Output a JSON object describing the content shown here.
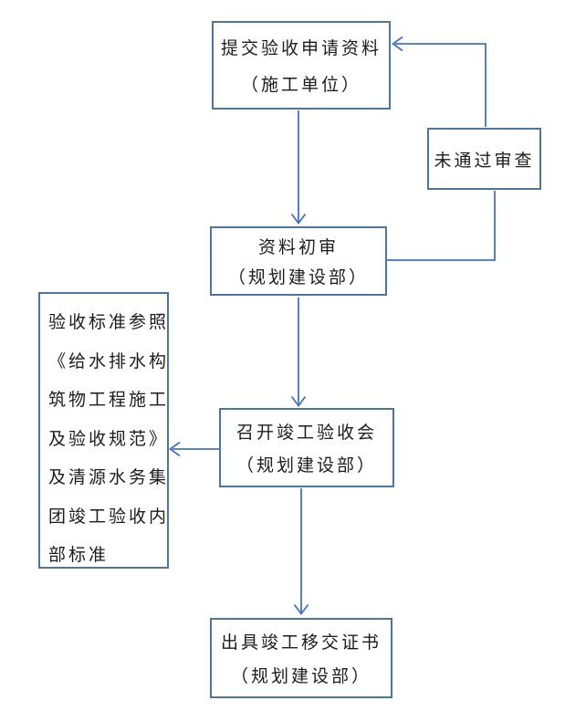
{
  "colors": {
    "box_border": "#4f74a0",
    "arrow": "#4472c4",
    "text": "#1c1c1c",
    "background": "#ffffff"
  },
  "nodes": {
    "submit": {
      "lines": [
        "提交验收申请资料",
        "（施工单位）"
      ]
    },
    "failed_review": {
      "lines": [
        "未通过审查"
      ]
    },
    "initial_review": {
      "lines": [
        "资料初审",
        "（规划建设部）"
      ]
    },
    "standards_note": {
      "full_text": "验收标准参照《给水排水构筑物工程施工及验收规范》及清源水务集团竣工验收内部标准",
      "lines": [
        "验收标准参照",
        "《给水排水构",
        "筑物工程施工",
        "及验收规范》",
        "及清源水务集",
        "团竣工验收内",
        "部标准"
      ]
    },
    "meeting": {
      "lines": [
        "召开竣工验收会",
        "（规划建设部）"
      ]
    },
    "certificate": {
      "lines": [
        "出具竣工移交证书",
        "（规划建设部）"
      ]
    }
  },
  "edges": [
    {
      "from": "submit",
      "to": "initial_review",
      "style": "arrow"
    },
    {
      "from": "initial_review",
      "to": "failed_review",
      "style": "line"
    },
    {
      "from": "failed_review",
      "to": "submit",
      "style": "arrow"
    },
    {
      "from": "initial_review",
      "to": "meeting",
      "style": "arrow"
    },
    {
      "from": "meeting",
      "to": "standards_note",
      "style": "arrow"
    },
    {
      "from": "meeting",
      "to": "certificate",
      "style": "arrow"
    }
  ]
}
